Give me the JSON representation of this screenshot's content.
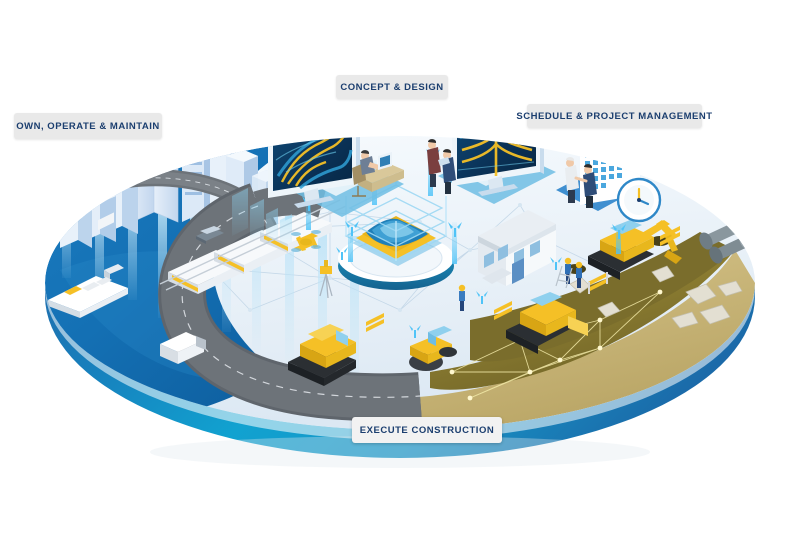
{
  "diagram": {
    "kind": "isometric-infographic",
    "subject": "Infrastructure project lifecycle on a circular island platform",
    "background_color": "#ffffff"
  },
  "labels": [
    {
      "id": "own",
      "text": "OWN, OPERATE & MAINTAIN",
      "bg": "#e9e9e9",
      "color": "#1b3e6f"
    },
    {
      "id": "concept",
      "text": "CONCEPT & DESIGN",
      "bg": "#e9e9e9",
      "color": "#1b3e6f"
    },
    {
      "id": "schedule",
      "text": "SCHEDULE & PROJECT MANAGEMENT",
      "bg": "#e9e9e9",
      "color": "#1b3e6f"
    },
    {
      "id": "execute",
      "text": "EXECUTE CONSTRUCTION",
      "bg": "#f2f2f2",
      "color": "#1b3e6f"
    }
  ],
  "palette": {
    "disc_top_light": "#eef4f9",
    "disc_rim_cyan": "#19a3ce",
    "disc_rim_deep": "#1b6fae",
    "water_blue": "#1573b6",
    "water_blue_dark": "#0f5e9c",
    "road_gray": "#6d7379",
    "road_gray_dark": "#595f66",
    "earth_tan": "#8a7b33",
    "earth_tan_light": "#c6b372",
    "sand": "#d9c88f",
    "machine_yellow": "#f5c026",
    "machine_yellow_dark": "#d8a514",
    "building_blue": "#2f5fa8",
    "building_pale": "#cfe0f2",
    "screen_navy": "#0d3c63",
    "accent_cyan": "#4fc3f7",
    "label_navy": "#1b3e6f",
    "pipe_gray": "#7d8b92",
    "rock_gray": "#e0ddd2"
  },
  "scene": {
    "zones": [
      {
        "name": "own-operate-maintain",
        "contents": "city skyline, elevated highway, harbour with cargo ship, light rail train, trucks and cars"
      },
      {
        "name": "concept-design",
        "contents": "two large design monitors showing road and interchange models, designers at desk, holographic terrain model on podium, survey drone, survey tripod"
      },
      {
        "name": "schedule-project-management",
        "contents": "calendar gantt board, two managers shaking hands, analogue clock"
      },
      {
        "name": "execute-construction",
        "contents": "site trailer office, excavator, bulldozer, road roller, asphalt paver, workers, barriers, pipes, rocks, excavated earth with survey mesh"
      }
    ],
    "counts": {
      "monitors": 2,
      "excavators": 1,
      "bulldozers": 1,
      "rollers": 1,
      "pavers": 1,
      "drones": 1,
      "ships": 1,
      "trains": 1,
      "site_trailers": 1,
      "clocks": 1,
      "calendars": 1
    }
  }
}
